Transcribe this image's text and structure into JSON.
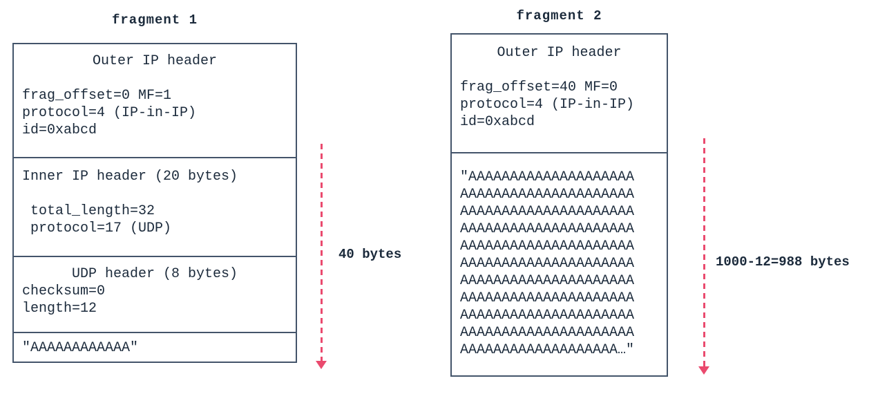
{
  "colors": {
    "background": "#ffffff",
    "text": "#1b2a3b",
    "border": "#43546a",
    "arrow": "#ea4a6e"
  },
  "fragments": [
    {
      "title": "fragment 1",
      "size_label": "40 bytes",
      "sections": [
        {
          "name": "outer-ip-header",
          "lines": [
            "Outer IP header",
            "frag_offset=0 MF=1",
            "protocol=4 (IP-in-IP)",
            "id=0xabcd"
          ]
        },
        {
          "name": "inner-ip-header",
          "lines": [
            "Inner IP header (20 bytes)",
            " total_length=32",
            " protocol=17 (UDP)"
          ]
        },
        {
          "name": "udp-header",
          "lines": [
            "UDP header (8 bytes)",
            "checksum=0",
            "length=12"
          ]
        },
        {
          "name": "payload",
          "lines": [
            "\"AAAAAAAAAAAA\""
          ]
        }
      ]
    },
    {
      "title": "fragment 2",
      "size_label": "1000-12=988 bytes",
      "sections": [
        {
          "name": "outer-ip-header",
          "lines": [
            "Outer IP header",
            "frag_offset=40 MF=0",
            "protocol=4 (IP-in-IP)",
            "id=0xabcd"
          ]
        },
        {
          "name": "payload",
          "lines": [
            "\"AAAAAAAAAAAAAAAAAAAA",
            "AAAAAAAAAAAAAAAAAAAAA",
            "AAAAAAAAAAAAAAAAAAAAA",
            "AAAAAAAAAAAAAAAAAAAAA",
            "AAAAAAAAAAAAAAAAAAAAA",
            "AAAAAAAAAAAAAAAAAAAAA",
            "AAAAAAAAAAAAAAAAAAAAA",
            "AAAAAAAAAAAAAAAAAAAAA",
            "AAAAAAAAAAAAAAAAAAAAA",
            "AAAAAAAAAAAAAAAAAAAAA",
            "AAAAAAAAAAAAAAAAAAA…\""
          ]
        }
      ]
    }
  ]
}
